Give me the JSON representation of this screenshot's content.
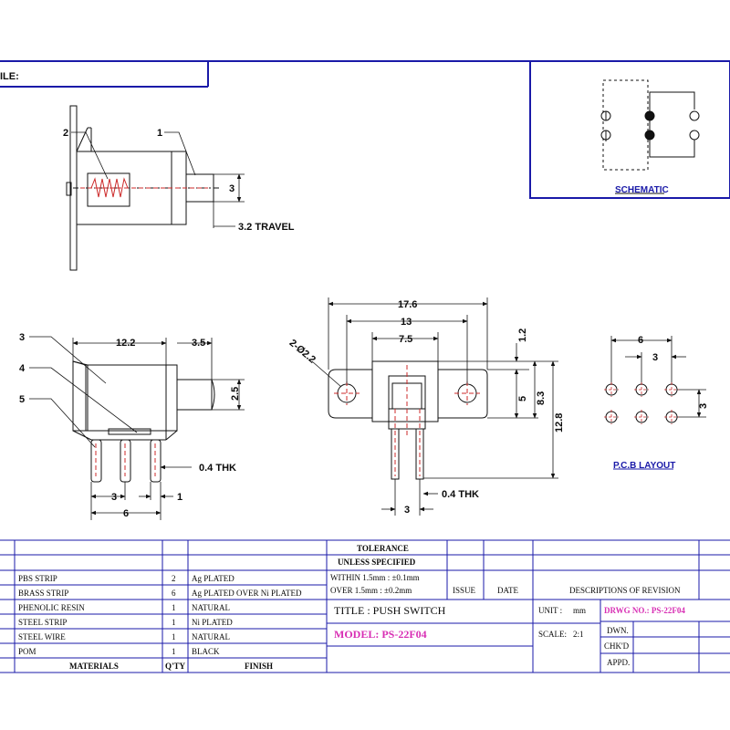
{
  "title_block": {
    "file_label": "ILE:",
    "tolerance_label": "TOLERANCE",
    "unless_specified": "UNLESS   SPECIFIED",
    "tol_within": "WITHIN  1.5mm  :  ±0.1mm",
    "tol_over": "OVER   1.5mm  :  ±0.2mm",
    "issue_label": "ISSUE",
    "date_label": "DATE",
    "revision_label": "DESCRIPTIONS  OF  REVISION",
    "title": "TITLE  :  PUSH  SWITCH",
    "unit_label": "UNIT  :",
    "unit_value": "mm",
    "drwg_no": "DRWG  NO.:  PS-22F04",
    "model": "MODEL:  PS-22F04",
    "scale_label": "SCALE:",
    "scale_value": "2:1",
    "dwn": "DWN.",
    "chkd": "CHK'D",
    "appd": "APPD.",
    "materials_header": "MATERIALS",
    "qty_header": "Q'TY",
    "finish_header": "FINISH"
  },
  "bom": [
    {
      "material": "PBS STRIP",
      "qty": "2",
      "finish": "Ag  PLATED"
    },
    {
      "material": "BRASS STRIP",
      "qty": "6",
      "finish": "Ag  PLATED  OVER  Ni  PLATED"
    },
    {
      "material": "PHENOLIC RESIN",
      "qty": "1",
      "finish": "NATURAL"
    },
    {
      "material": "STEEL STRIP",
      "qty": "1",
      "finish": "Ni  PLATED"
    },
    {
      "material": "STEEL WIRE",
      "qty": "1",
      "finish": "NATURAL"
    },
    {
      "material": "POM",
      "qty": "1",
      "finish": "BLACK"
    }
  ],
  "views": {
    "schematic_caption": "SCHEMATIC",
    "pcb_caption": "P.C.B  LAYOUT"
  },
  "dimensions": {
    "top_plunger_height": "3",
    "travel": "3.2  TRAVEL",
    "side_width": "12.2",
    "side_plunger": "3.5",
    "side_plunger_height": "2.5",
    "side_thk": "0.4  THK",
    "side_pitch": "3",
    "side_span": "6",
    "side_pin": "1",
    "front_overall": "17.6",
    "front_holes": "13",
    "front_body": "7.5",
    "front_hole_dia": "2-Ø2.2",
    "front_top": "1.2",
    "front_hole_h": "5",
    "front_body_h": "8.3",
    "front_total_h": "12.8",
    "front_pitch": "3",
    "front_thk": "0.4  THK",
    "pcb_span": "6",
    "pcb_pitch_x": "3",
    "pcb_pitch_y": "3"
  },
  "callouts": {
    "c1": "1",
    "c2": "2",
    "c3": "3",
    "c4": "4",
    "c5": "5"
  }
}
